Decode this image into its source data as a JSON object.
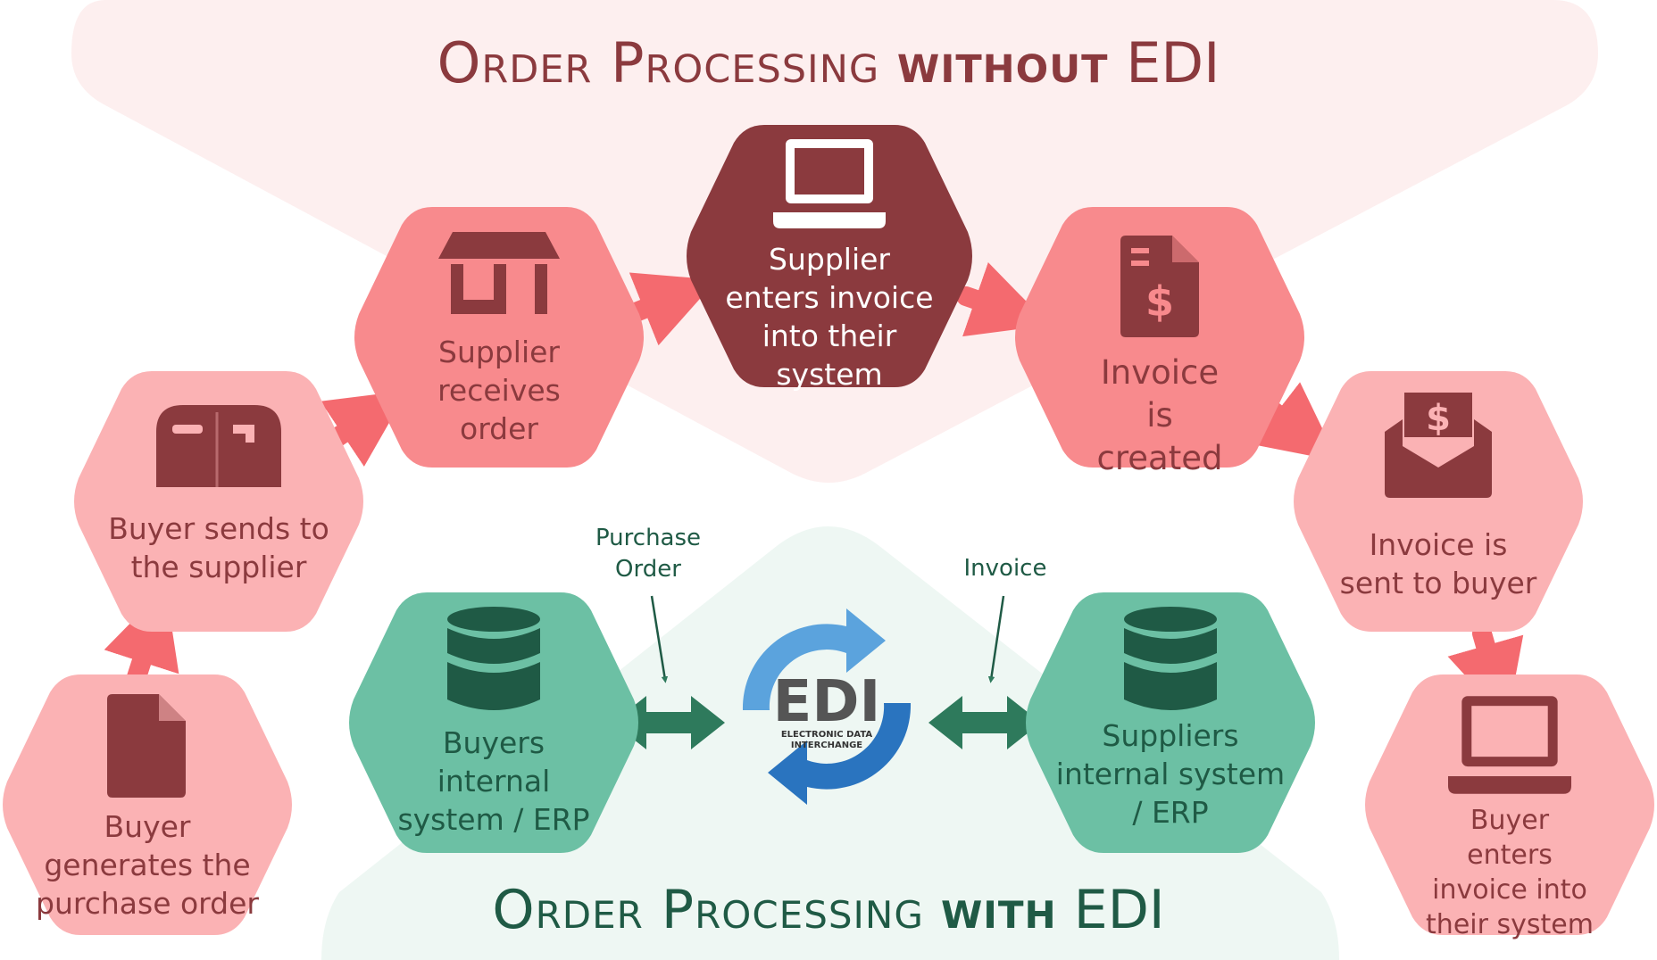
{
  "titles": {
    "top": {
      "part1": "Order Processing",
      "part2": "without",
      "part3": "EDI"
    },
    "bottom": {
      "part1": "Order Processing",
      "part2": "with",
      "part3": "EDI"
    }
  },
  "colors": {
    "dark_red": "#8b3a3e",
    "coral": "#f88a8d",
    "light_pink": "#fbb2b4",
    "pale_pink_bg": "#fdefef",
    "green": "#6cc0a4",
    "dark_green": "#1f5a45",
    "pale_green_bg": "#eef7f3",
    "edi_blue": "#2a74bf",
    "edi_light_blue": "#5ba3dd"
  },
  "without_edi_steps": [
    {
      "id": "buyer-generates-po",
      "icon": "document-icon",
      "label": "Buyer generates the purchase order"
    },
    {
      "id": "buyer-sends",
      "icon": "mailbox-icon",
      "label": "Buyer sends to the supplier"
    },
    {
      "id": "supplier-receives",
      "icon": "store-icon",
      "label": "Supplier receives order"
    },
    {
      "id": "supplier-enters",
      "icon": "laptop-icon",
      "label": "Supplier enters invoice into their system"
    },
    {
      "id": "invoice-created",
      "icon": "invoice-document-icon",
      "label": "Invoice is created"
    },
    {
      "id": "invoice-sent",
      "icon": "money-envelope-icon",
      "label": "Invoice is sent to buyer"
    },
    {
      "id": "buyer-enters",
      "icon": "laptop-icon",
      "label": "Buyer enters invoice into their system"
    }
  ],
  "with_edi": {
    "buyers_system": {
      "icon": "database-icon",
      "label": "Buyers internal system / ERP"
    },
    "suppliers_system": {
      "icon": "database-icon",
      "label": "Suppliers internal system / ERP"
    },
    "edi_logo": {
      "main": "EDI",
      "line1": "ELECTRONIC DATA",
      "line2": "INTERCHANGE"
    },
    "annotations": {
      "purchase_order_line1": "Purchase",
      "purchase_order_line2": "Order",
      "invoice": "Invoice"
    }
  }
}
